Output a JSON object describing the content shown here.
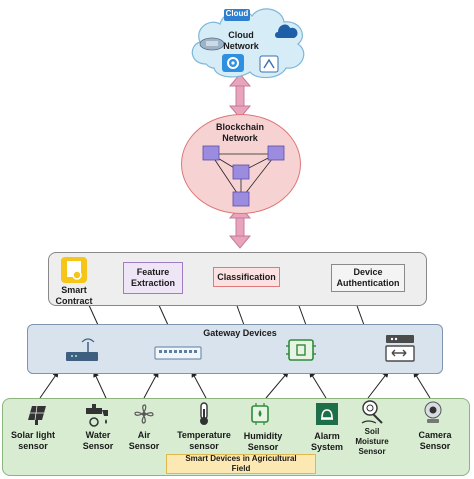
{
  "cloud": {
    "title": "Cloud\nNetwork",
    "chip": "Cloud"
  },
  "blockchain": {
    "title": "Blockchain\nNetwork"
  },
  "services": {
    "smart_contract": "Smart\nContract",
    "feature_extraction": "Feature\nExtraction",
    "classification": "Classification",
    "device_authentication": "Device\nAuthentication"
  },
  "gateway": {
    "title": "Gateway Devices"
  },
  "field": {
    "title": "Smart Devices in Agricultural\nField",
    "devices": [
      {
        "label": "Solar light\nsensor",
        "icon": "solar-panel-icon"
      },
      {
        "label": "Water\nSensor",
        "icon": "water-tap-icon"
      },
      {
        "label": "Air\nSensor",
        "icon": "fan-icon"
      },
      {
        "label": "Temperature\nsensor",
        "icon": "thermometer-icon"
      },
      {
        "label": "Humidity\nSensor",
        "icon": "humidity-chip-icon"
      },
      {
        "label": "Alarm\nSystem",
        "icon": "alarm-icon"
      },
      {
        "label": "Soil\nMoisture\nSensor",
        "icon": "soil-sensor-icon"
      },
      {
        "label": "Camera\nSensor",
        "icon": "camera-icon"
      }
    ]
  },
  "colors": {
    "cloud_fill": "#d6ecf7",
    "blockchain_fill": "#f7d2d2",
    "arrow_pink": "#e8a3bd",
    "service_panel": "#eeeeee",
    "gateway_fill": "#d8e3ee",
    "field_fill": "#d7ecd1",
    "cube": "#9b8ce0",
    "field_title_fill": "#fce8b2"
  }
}
